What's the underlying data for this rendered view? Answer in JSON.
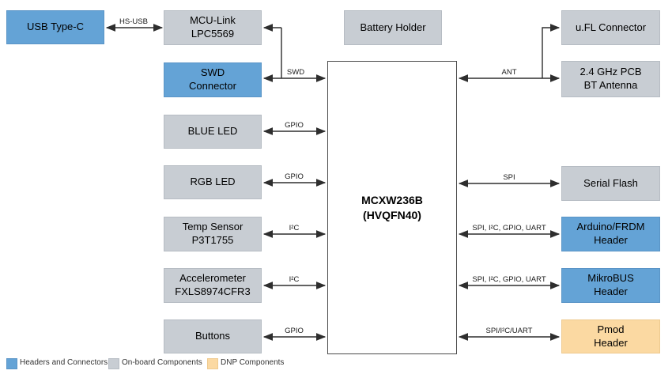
{
  "diagram": {
    "chip": {
      "label": "MCXW236B\n(HVQFN40)"
    },
    "nodes": {
      "usb_type_c": "USB Type-C",
      "mcu_link": "MCU-Link\nLPC5569",
      "swd_connector": "SWD\nConnector",
      "blue_led": "BLUE LED",
      "rgb_led": "RGB LED",
      "temp_sensor": "Temp Sensor\nP3T1755",
      "accelerometer": "Accelerometer\nFXLS8974CFR3",
      "buttons": "Buttons",
      "battery_holder": "Battery Holder",
      "ufl_connector": "u.FL Connector",
      "bt_antenna": "2.4 GHz PCB\nBT Antenna",
      "serial_flash": "Serial Flash",
      "arduino_header": "Arduino/FRDM\nHeader",
      "mikrobus_header": "MikroBUS\nHeader",
      "pmod_header": "Pmod\nHeader"
    },
    "connections": {
      "hs_usb": "HS-USB",
      "swd": "SWD",
      "gpio_blue_led": "GPIO",
      "gpio_rgb_led": "GPIO",
      "i2c_temp": "I²C",
      "i2c_accel": "I²C",
      "gpio_buttons": "GPIO",
      "ant": "ANT",
      "spi": "SPI",
      "arduino_bus": "SPI, I²C, GPIO, UART",
      "mikrobus_bus": "SPI, I²C, GPIO, UART",
      "pmod_bus": "SPI/I²C/UART"
    },
    "colors": {
      "headers_and_connectors": "#64A3D6",
      "onboard_components": "#C8CDD3",
      "dnp_components": "#FBD9A2",
      "wire": "#2e2e2e"
    }
  },
  "legend": {
    "items": [
      {
        "label": "Headers and Connectors",
        "color": "#64A3D6"
      },
      {
        "label": "On-board Components",
        "color": "#C8CDD3"
      },
      {
        "label": "DNP Components",
        "color": "#FBD9A2"
      }
    ]
  }
}
